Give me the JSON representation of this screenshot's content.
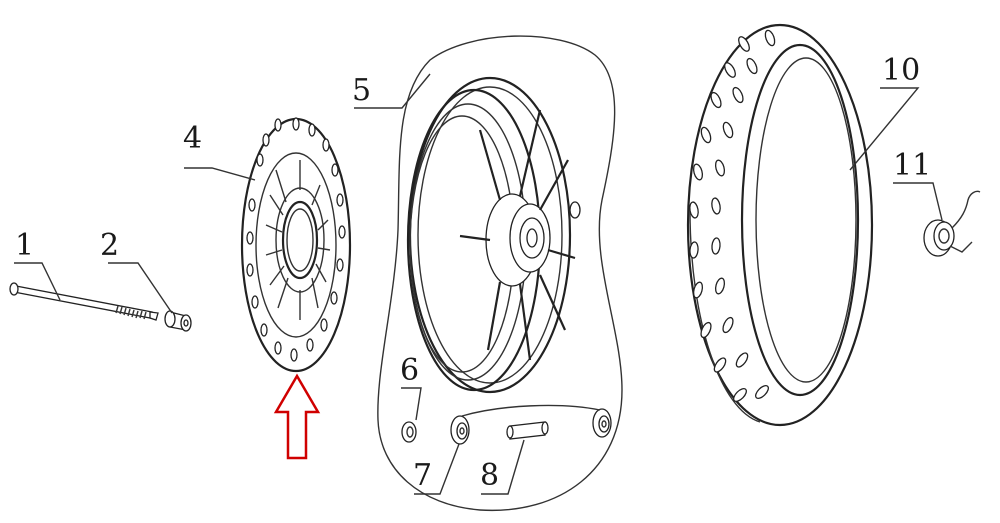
{
  "diagram": {
    "part_labels": {
      "p1": "1",
      "p2": "2",
      "p4": "4",
      "p5": "5",
      "p6": "6",
      "p7": "7",
      "p8": "8",
      "p10": "10",
      "p11": "11"
    },
    "highlight_color": "#d00000",
    "line_color": "#222222"
  }
}
